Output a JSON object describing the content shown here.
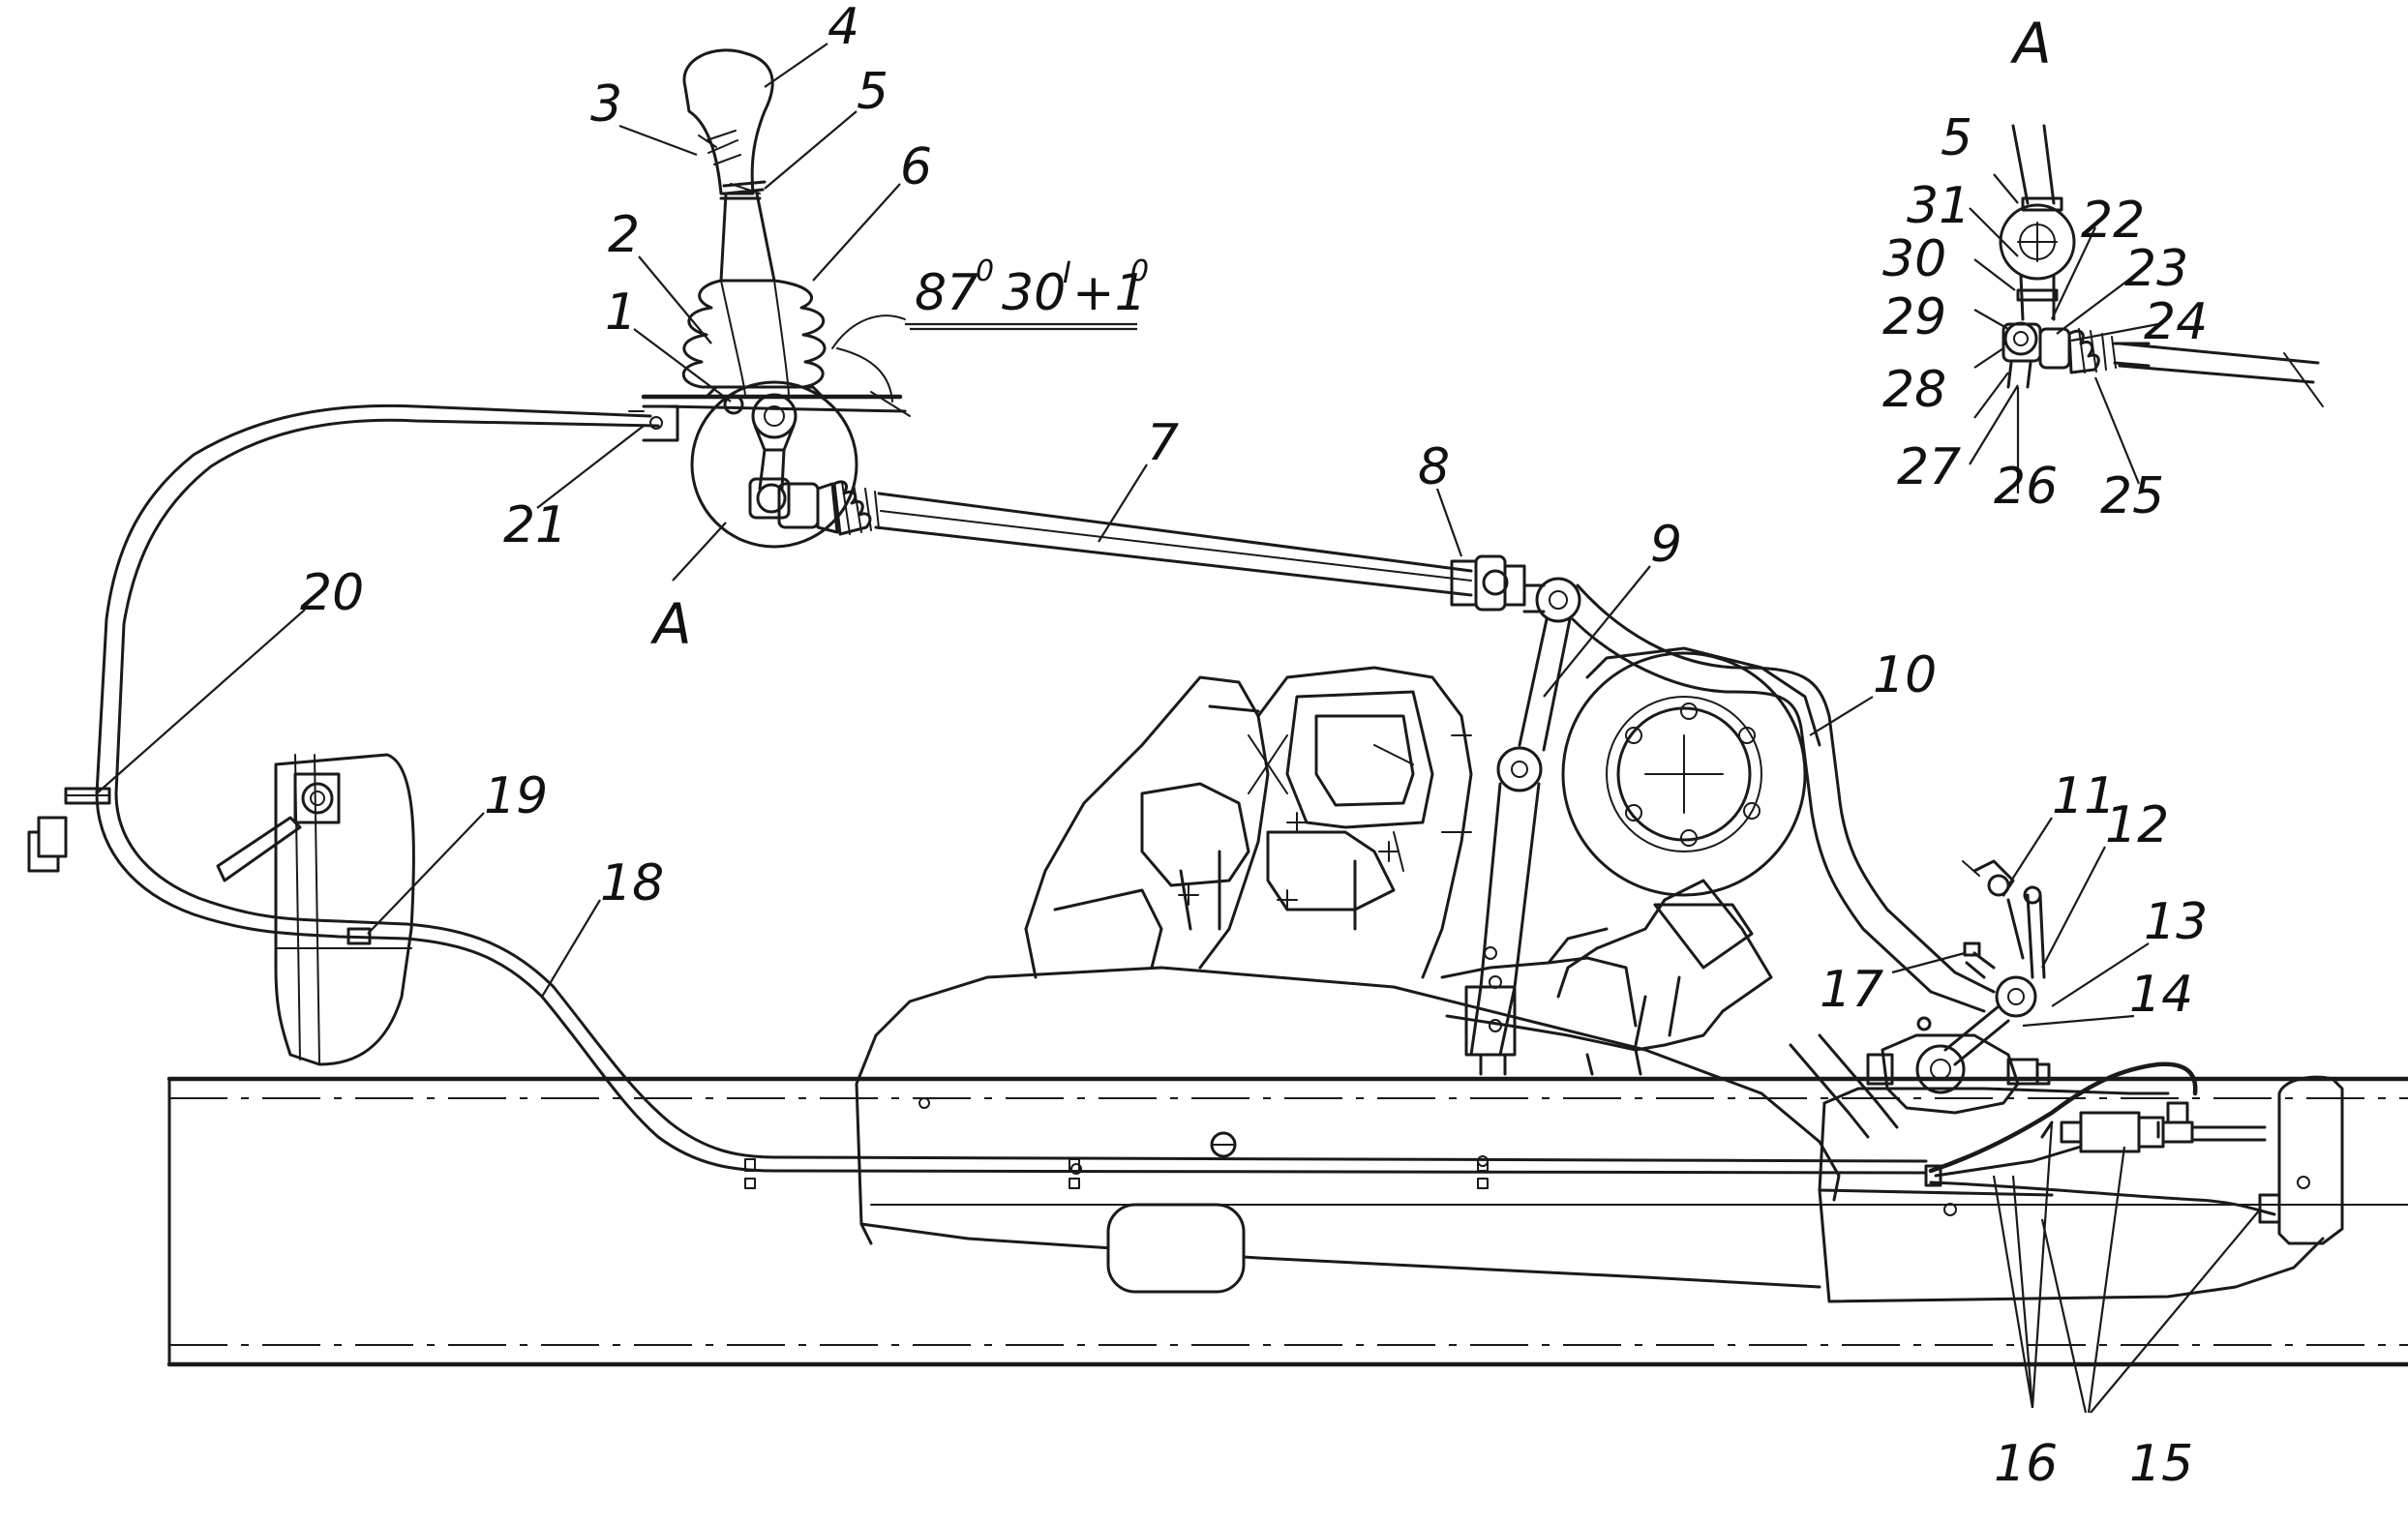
{
  "labels": {
    "n1": "1",
    "n2": "2",
    "n3": "3",
    "n4": "4",
    "n5": "5",
    "n6": "6",
    "n7": "7",
    "n8": "8",
    "n9": "9",
    "n10": "10",
    "n11": "11",
    "n12": "12",
    "n13": "13",
    "n14": "14",
    "n15": "15",
    "n16": "16",
    "n17": "17",
    "n18": "18",
    "n19": "19",
    "n20": "20",
    "n21": "21",
    "n22": "22",
    "n23": "23",
    "n24": "24",
    "n25": "25",
    "n26": "26",
    "n27": "27",
    "n28": "28",
    "n29": "29",
    "n30": "30",
    "n31": "31",
    "d5": "5"
  },
  "view_marker": "A",
  "view_marker_detail": "A",
  "angle": {
    "deg": "87",
    "deg_sup": "0",
    "min": "30",
    "min_sup": "I",
    "tol": "+1",
    "tol_sup": "0"
  }
}
